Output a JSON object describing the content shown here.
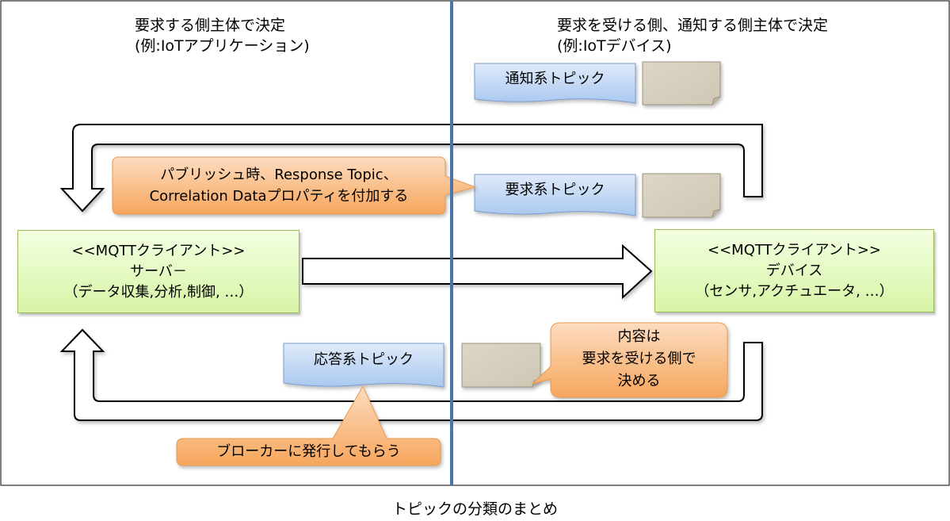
{
  "left_heading": {
    "line1": "要求する側主体で決定",
    "line2": "(例:IoTアプリケーション)"
  },
  "right_heading": {
    "line1": "要求を受ける側、通知する側主体で決定",
    "line2": "(例:IoTデバイス)"
  },
  "topics": {
    "notify": "通知系トピック",
    "request": "要求系トピック",
    "response": "応答系トピック"
  },
  "callouts": {
    "publish_line1": "パブリッシュ時、Response Topic、",
    "publish_line2": "Correlation Dataプロパティを付加する",
    "content_line1": "内容は",
    "content_line2": "要求を受ける側で",
    "content_line3": "決める",
    "broker": "ブローカーに発行してもらう"
  },
  "server": {
    "line1": "<<MQTTクライアント>>",
    "line2": "サーバ－",
    "line3": "（データ収集,分析,制御, …）"
  },
  "device": {
    "line1": "<<MQTTクライアント>>",
    "line2": "デバイス",
    "line3": "（センサ,アクチュエータ, …）"
  },
  "caption": "トピックの分類のまとめ",
  "colors": {
    "divider": "#4a75aa",
    "topic_fill": "#a9c8ef",
    "callout_fill": "#f8b77a",
    "client_fill": "#d7f4a6",
    "note_fill": "#d6cfbe"
  }
}
